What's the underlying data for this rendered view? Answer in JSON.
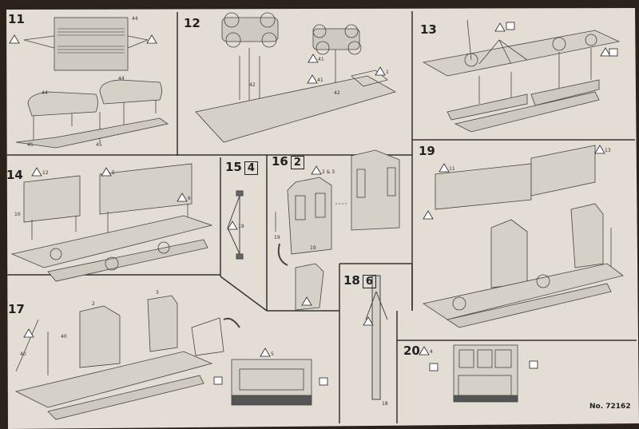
{
  "steps": {
    "s11": {
      "number": "11",
      "parts": {
        "a": "44",
        "b": "44",
        "c": "44",
        "d": "45",
        "e": "45"
      }
    },
    "s12": {
      "number": "12",
      "parts": {
        "a": "41",
        "b": "41",
        "c": "42",
        "d": "42",
        "e": "1"
      }
    },
    "s13": {
      "number": "13"
    },
    "s14": {
      "number": "14",
      "parts": {
        "a": "12",
        "b": "5",
        "c": "6",
        "d": "10"
      }
    },
    "s15": {
      "number": "15",
      "count": "4",
      "parts": {
        "a": "19"
      }
    },
    "s16": {
      "number": "16",
      "count": "2",
      "parts": {
        "a": "2 & 3",
        "b": "19",
        "c": "19"
      }
    },
    "s17": {
      "number": "17",
      "parts": {
        "a": "40",
        "b": "40",
        "c": "2",
        "d": "3",
        "e": "5"
      }
    },
    "s18": {
      "number": "18",
      "count": "6",
      "parts": {
        "a": "18"
      }
    },
    "s19": {
      "number": "19",
      "parts": {
        "a": "11",
        "b": "13"
      }
    },
    "s20": {
      "number": "20",
      "parts": {
        "a": "4"
      }
    }
  },
  "footer": {
    "catalog": "No. 72162"
  }
}
